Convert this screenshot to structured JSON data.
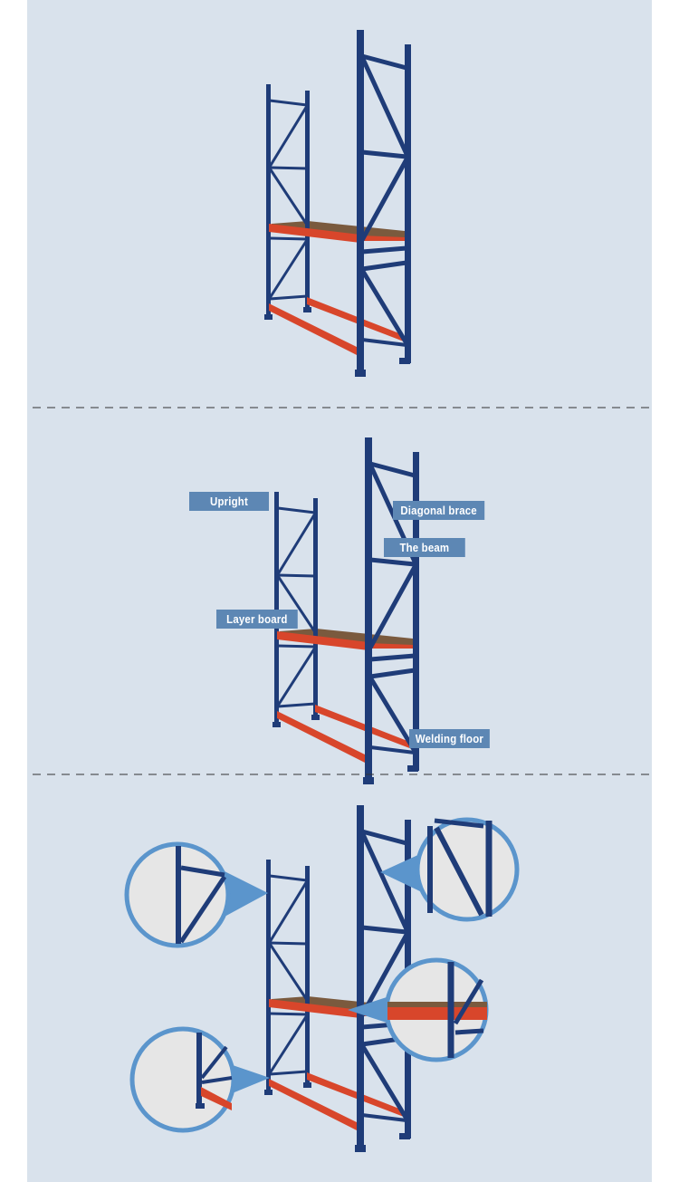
{
  "labels": {
    "upright": "Upright",
    "diagonal_brace": "Diagonal brace",
    "the_beam": "The beam",
    "layer_board": "Layer board",
    "welding_floor": "Welding floor"
  },
  "colors": {
    "background": "#d9e2ec",
    "frame_blue": "#1f3c78",
    "beam_red": "#d8462b",
    "board_brown": "#7a5a3e",
    "label_blue": "#5d87b4",
    "callout_blue": "#5b95cc",
    "callout_fill": "#e6e6e6",
    "divider": "#333333"
  }
}
